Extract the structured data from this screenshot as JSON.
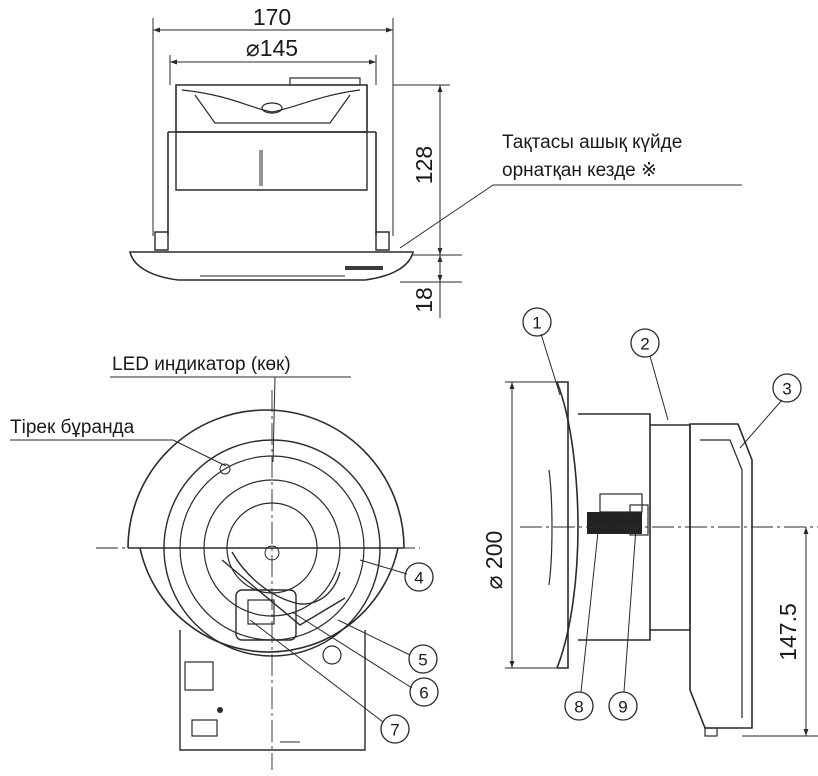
{
  "dimensions": {
    "width_total": "170",
    "diameter_inner": "⌀145",
    "height_body": "128",
    "height_flange": "18",
    "diameter_flange": "⌀ 200",
    "height_center": "147.5"
  },
  "labels": {
    "panel_open_line1": "Тақтасы ашық күйде",
    "panel_open_line2": "орнатқан кезде ※",
    "led_indicator": "LED индикатор (көк)",
    "support_screw": "Тірек бұранда"
  },
  "callouts": [
    "1",
    "2",
    "3",
    "4",
    "5",
    "6",
    "7",
    "8",
    "9"
  ]
}
